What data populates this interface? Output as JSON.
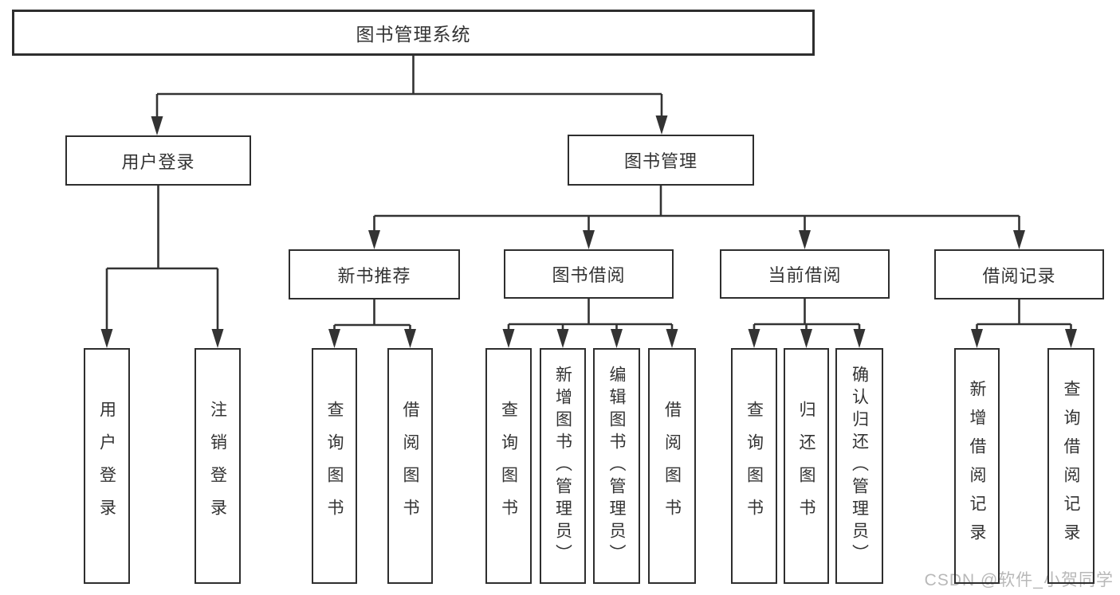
{
  "diagram": {
    "root": "图书管理系统",
    "level2": [
      "用户登录",
      "图书管理"
    ],
    "level3": [
      "新书推荐",
      "图书借阅",
      "当前借阅",
      "借阅记录"
    ],
    "leaves": [
      "用户登录",
      "注销登录",
      "查询图书",
      "借阅图书",
      "查询图书",
      "新增图书（管理员）",
      "编辑图书（管理员）",
      "借阅图书",
      "查询图书",
      "归还图书",
      "确认归还（管理员）",
      "新增借阅记录",
      "查询借阅记录"
    ]
  },
  "watermark": "CSDN @软件_小贺同学",
  "colors": {
    "line": "#333333",
    "box_border": "#2e2e2e",
    "text": "#333333",
    "watermark": "#b8b8b8",
    "background": "#ffffff"
  }
}
